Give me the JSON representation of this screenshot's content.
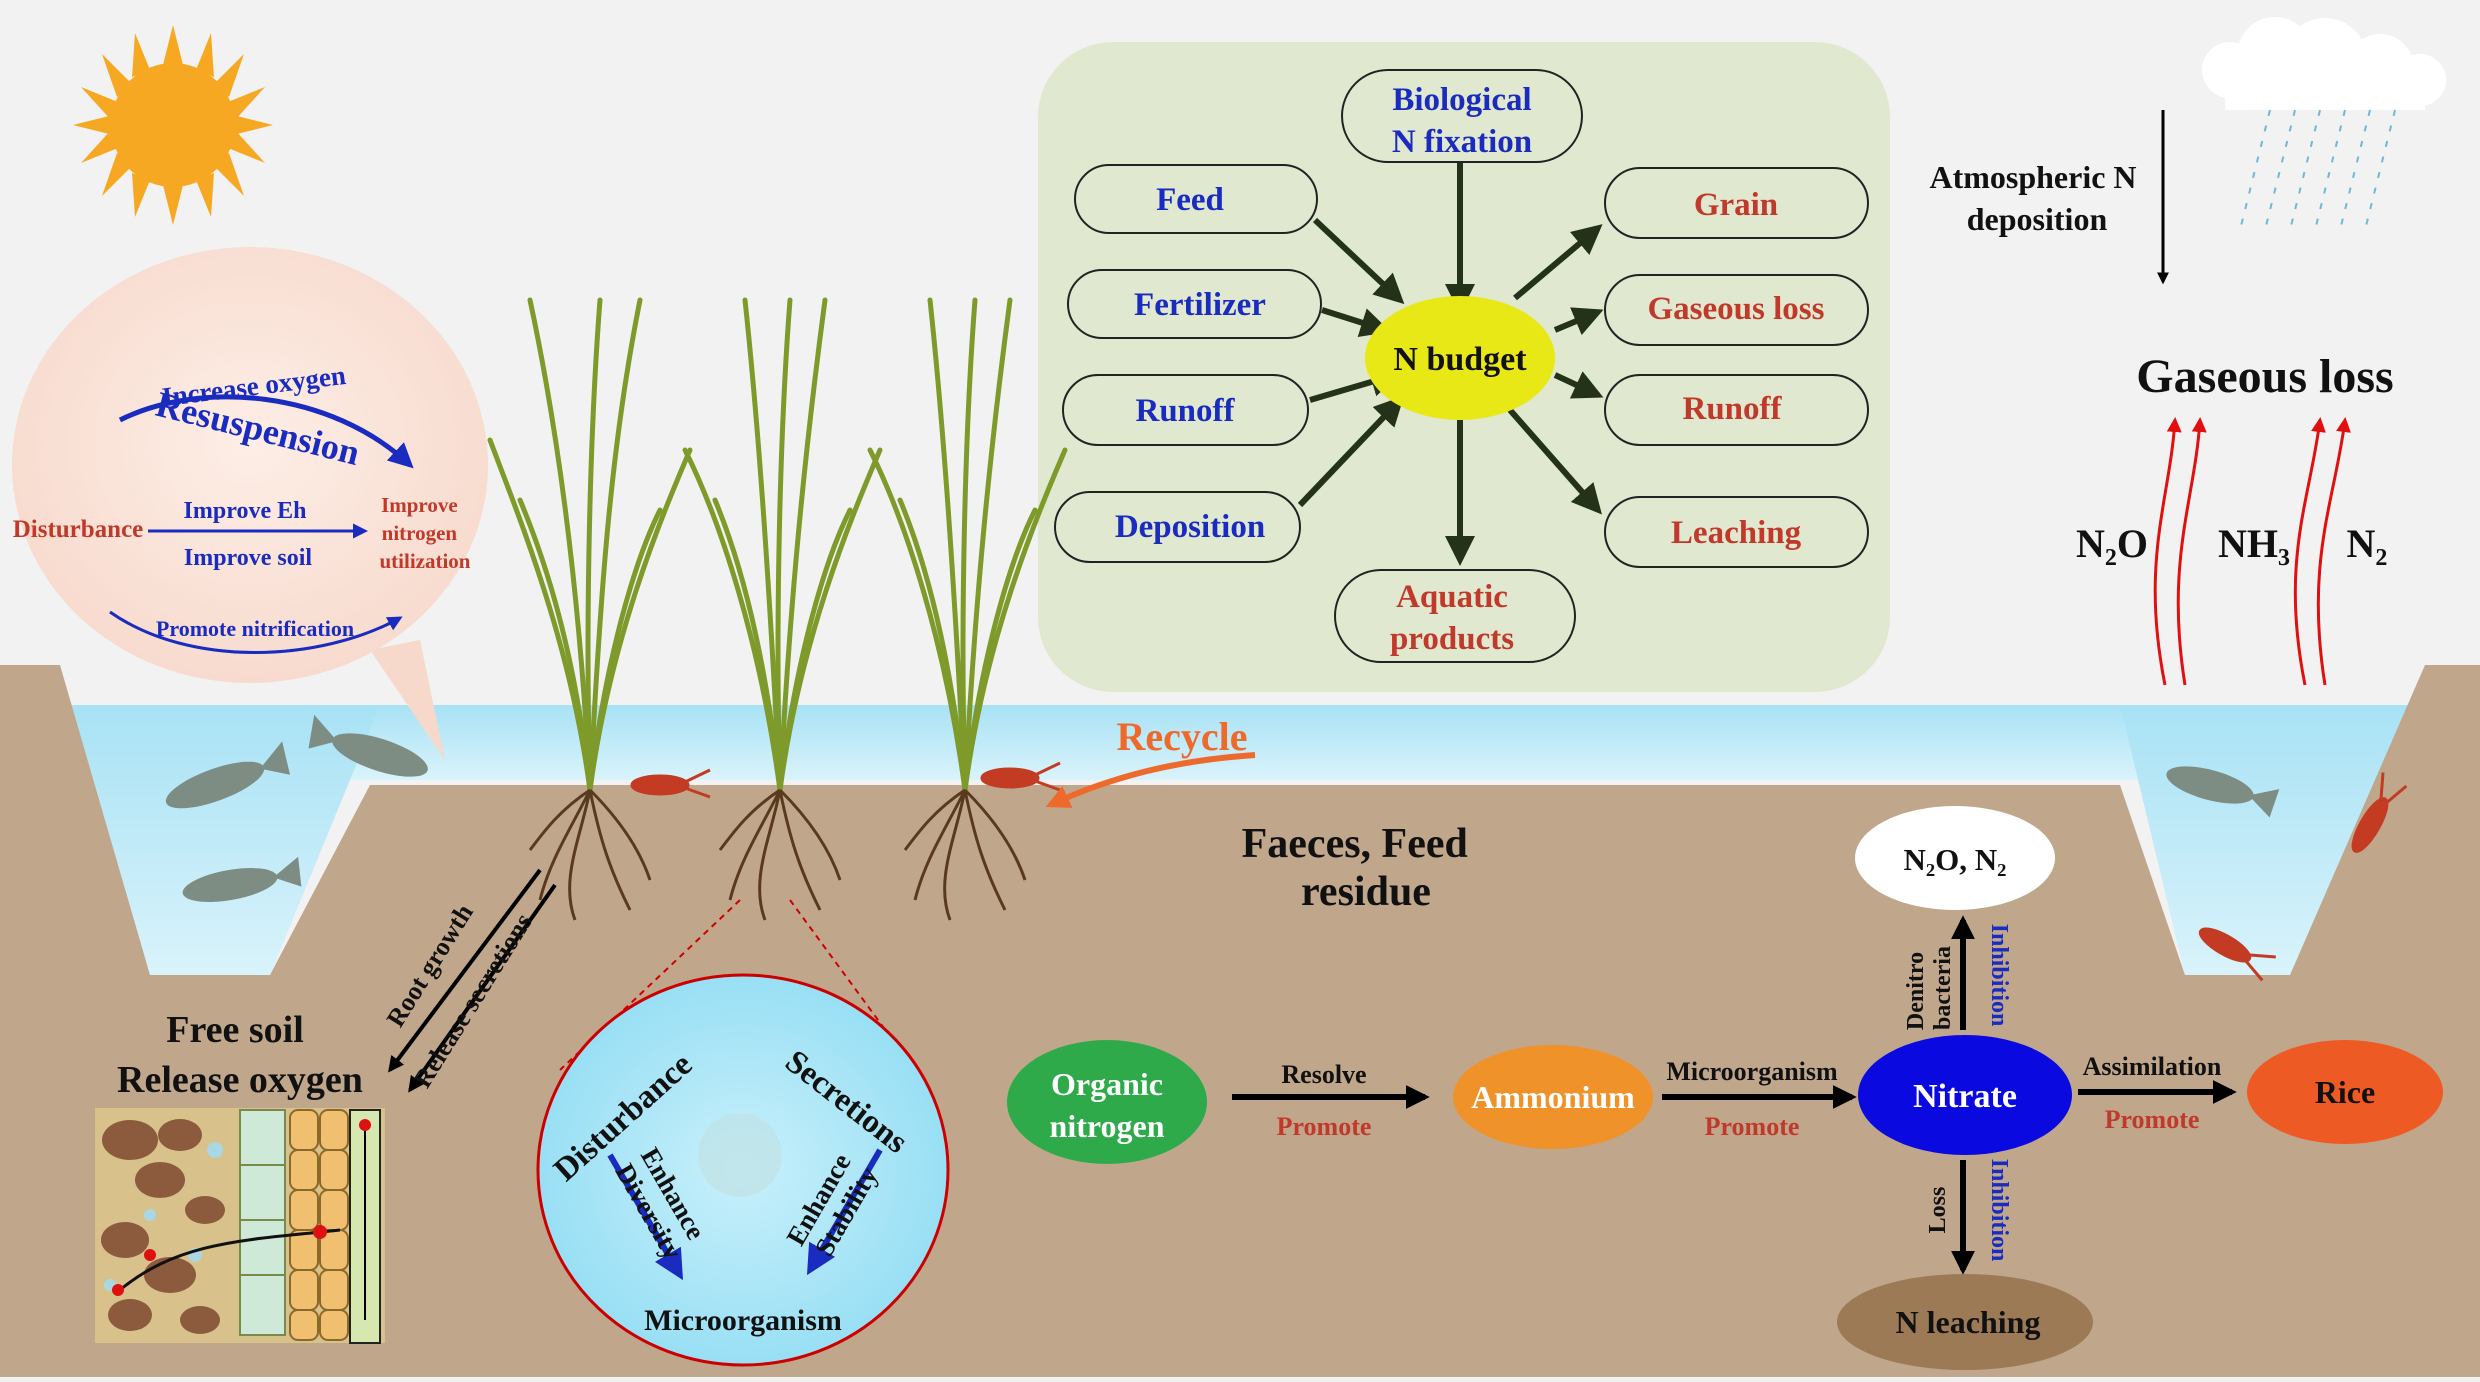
{
  "colors": {
    "sky": "#f2f2f2",
    "soil": "#c0a78c",
    "water": "#bfe9f7",
    "budget_panel": "#e0e8cf",
    "blue_text": "#1a2bbf",
    "red_text": "#c0392b",
    "arrow_dark": "#233218",
    "gas_arrow": "#e01010",
    "recycle": "#ee6a2c"
  },
  "budget": {
    "center": "N budget",
    "inputs": [
      "Feed",
      "Fertilizer",
      "Runoff",
      "Deposition"
    ],
    "bio_fixation": [
      "Biological",
      "N fixation"
    ],
    "outputs": [
      "Grain",
      "Gaseous loss",
      "Runoff",
      "Leaching"
    ],
    "aquatic": [
      "Aquatic",
      "products"
    ]
  },
  "atmosphere": {
    "deposition": [
      "Atmospheric N",
      "deposition"
    ],
    "gaseous_loss": "Gaseous loss",
    "gases": [
      "N₂O",
      "NH₃",
      "N₂"
    ]
  },
  "bubble": {
    "increase_oxygen": "Increase oxygen",
    "resuspension": "Resuspension",
    "disturbance": "Disturbance",
    "improve_eh": "Improve Eh",
    "improve_soil": "Improve soil",
    "improve_nitrogen": [
      "Improve",
      "nitrogen",
      "utilization"
    ],
    "promote_nitrification": "Promote nitrification"
  },
  "recycle": {
    "label": "Recycle",
    "source": [
      "Faeces, Feed",
      "residue"
    ]
  },
  "roots": {
    "root_growth": "Root growth",
    "release_secretions": "Release secretions",
    "free_soil": "Free soil",
    "release_oxygen": "Release oxygen"
  },
  "microbe": {
    "disturbance": "Disturbance",
    "secretions": "Secretions",
    "enhance_diversity": [
      "Enhance",
      "Diversity"
    ],
    "enhance_stability": [
      "Enhance",
      "Stability"
    ],
    "microorganism": "Microorganism"
  },
  "cycle": {
    "organic": [
      "Organic",
      "nitrogen"
    ],
    "resolve": "Resolve",
    "promote": "Promote",
    "ammonium": "Ammonium",
    "microorganism": "Microorganism",
    "nitrate": "Nitrate",
    "assimilation": "Assimilation",
    "rice": "Rice",
    "gas_products": "N₂O, N₂",
    "denitro": [
      "Denitro",
      "bacteria"
    ],
    "inhibition": "Inhibition",
    "loss": "Loss",
    "n_leaching": "N leaching"
  }
}
